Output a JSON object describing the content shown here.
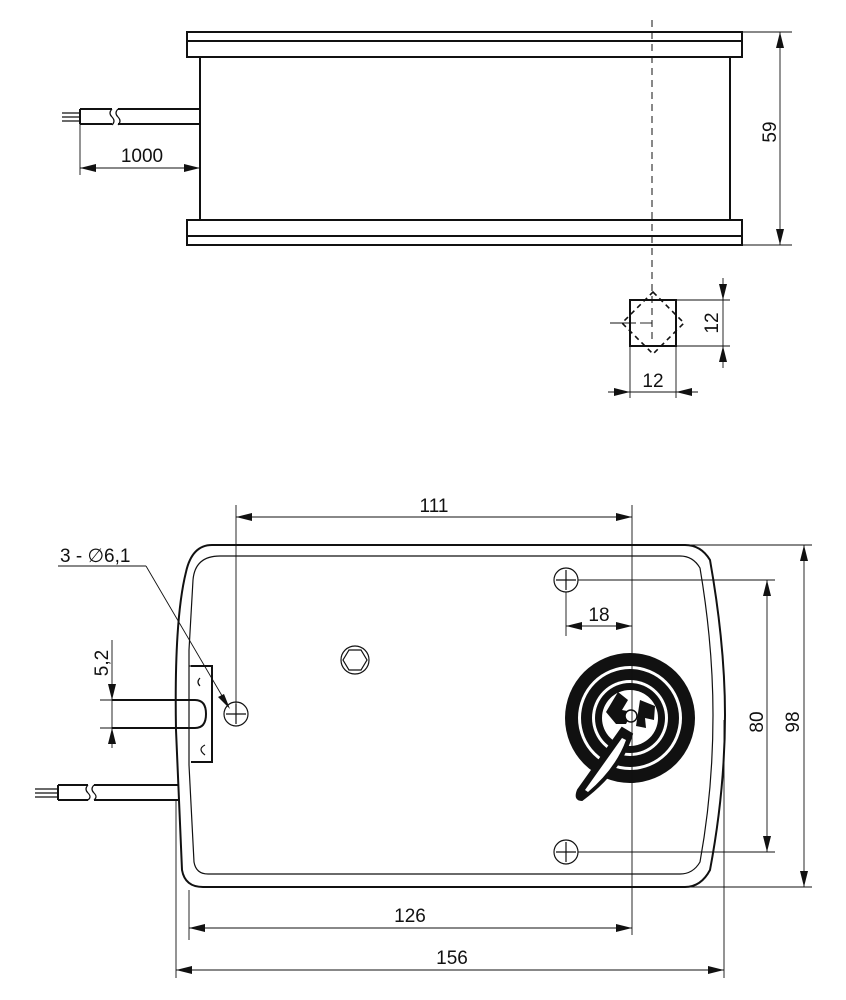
{
  "dimensions": {
    "cable_length": "1000",
    "height": "59",
    "shaft_square_v": "12",
    "shaft_square_h": "12",
    "mount_x": "111",
    "holes": "3 - ∅6,1",
    "slot_width": "5,2",
    "hole_offset": "18",
    "hole_spacing": "80",
    "body_depth": "98",
    "shaft_position": "126",
    "overall_length": "156"
  }
}
